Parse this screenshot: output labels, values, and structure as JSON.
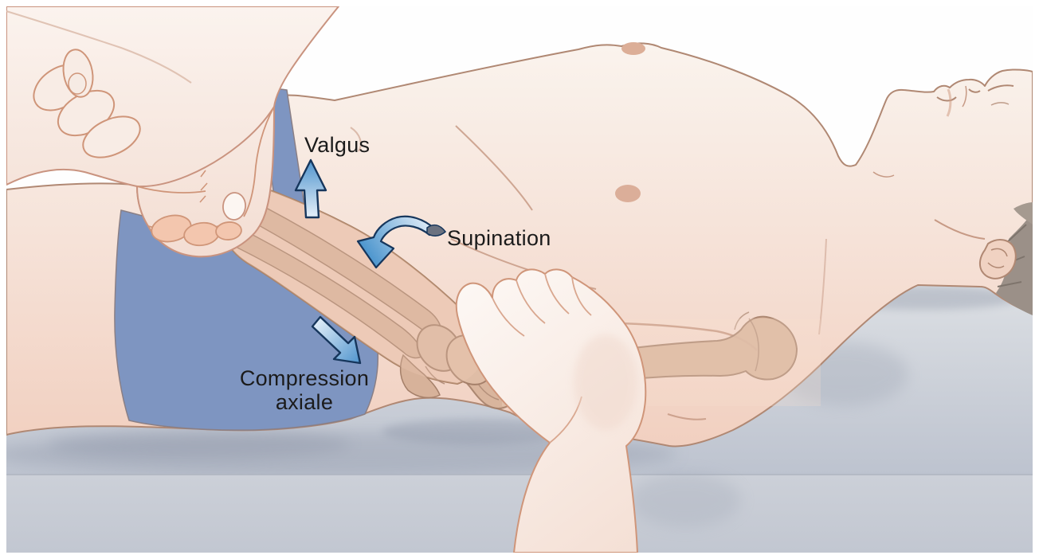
{
  "figure": {
    "title": "Elbow examination maneuver illustration",
    "annotations": {
      "valgus": "Valgus",
      "supination": "Supination",
      "compression_line1": "Compression",
      "compression_line2": "axiale"
    },
    "icons": {
      "valgus_arrow": "straight-up-arrow",
      "supination_arrow": "curved-counterclockwise-arrow",
      "compression_arrow": "diagonal-down-right-arrow"
    },
    "colors": {
      "background": "#ffffff",
      "label_text": "#1b1b1b",
      "arrow_blue": "#4f94cd",
      "arrow_blue_light": "#e2eef9",
      "arrow_outline": "#16365c",
      "arrow_tail_gray": "#6b7280",
      "shorts_blue": "#7e95c1",
      "shorts_edge": "#8a7f85",
      "skin_light": "#faf2ec",
      "skin_mid": "#f5e0d5",
      "skin_shaded": "#f1cfbf",
      "skin_outline": "#b08873",
      "examiner_skin": "#fbf4ef",
      "examiner_outline": "#cf9579",
      "bone_tan": "#d7b29a",
      "bone_outline": "#a5806a",
      "table_top_light": "#dde0e4",
      "table_top_dark": "#bdc3cf",
      "table_front": "#c6cbd4",
      "hair_gray": "#9b9088"
    }
  }
}
